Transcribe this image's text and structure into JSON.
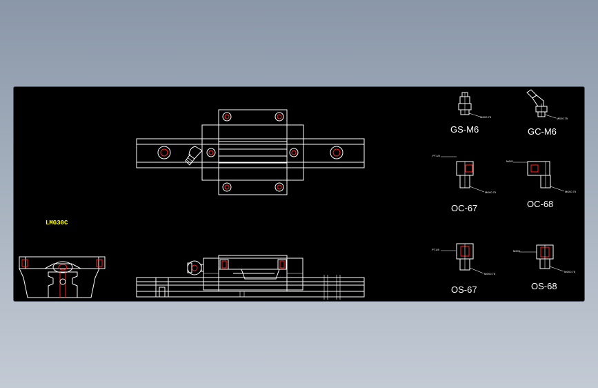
{
  "colors": {
    "background_gradient_top": "#8a97a8",
    "viewport": "#000000",
    "line": "#ffffff",
    "hole": "#ff2020",
    "model_label": "#ffff00"
  },
  "model_label": "LMG30C",
  "fittings": [
    {
      "label": "GS-M6",
      "dim": "M6X0.75"
    },
    {
      "label": "GC-M6",
      "dim": "M6X0.75"
    },
    {
      "label": "OC-67",
      "dim_top": "PT1/8",
      "dim": "M6X0.75"
    },
    {
      "label": "OC-68",
      "dim_top": "M6X1",
      "dim": "M6X0.75"
    },
    {
      "label": "OS-67",
      "dim_top": "PT1/8",
      "dim": "M6X0.75"
    },
    {
      "label": "OS-68",
      "dim_top": "M6X1",
      "dim": "M6X0.75"
    }
  ]
}
